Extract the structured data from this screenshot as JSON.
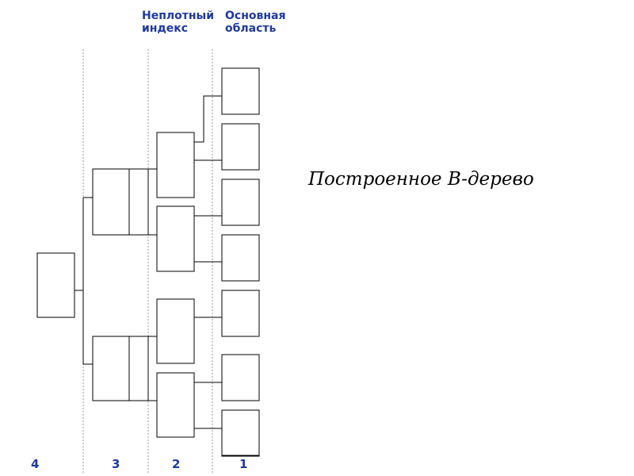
{
  "headers": {
    "sparse_index": [
      "Неплотный",
      "индекс"
    ],
    "main_area": [
      "Основная",
      "область"
    ]
  },
  "level_labels": {
    "level_4": "4",
    "level_3": "3",
    "level_2": "2",
    "level_1": "1"
  },
  "caption": "Построенное B-дерево",
  "colors": {
    "header_text": "#1f3a9c",
    "node_stroke": "#000000",
    "divider": "#999999"
  }
}
